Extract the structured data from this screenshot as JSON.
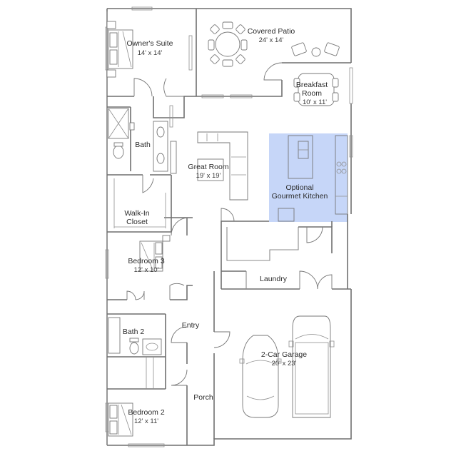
{
  "rooms": {
    "owners_suite": {
      "name": "Owner's Suite",
      "size": "14' x 14'"
    },
    "covered_patio": {
      "name": "Covered Patio",
      "size": "24' x 14'"
    },
    "breakfast_room": {
      "name_line1": "Breakfast",
      "name_line2": "Room",
      "size": "10' x 11'"
    },
    "bath": {
      "name": "Bath"
    },
    "great_room": {
      "name": "Great Room",
      "size": "19' x 19'"
    },
    "kitchen": {
      "name_line1": "Optional",
      "name_line2": "Gourmet Kitchen"
    },
    "walk_in_closet": {
      "name_line1": "Walk-In",
      "name_line2": "Closet"
    },
    "bedroom3": {
      "name": "Bedroom 3",
      "size": "12' x 10'"
    },
    "laundry": {
      "name": "Laundry"
    },
    "entry": {
      "name": "Entry"
    },
    "bath2": {
      "name": "Bath 2"
    },
    "garage": {
      "name": "2-Car Garage",
      "size": "20' x 23'"
    },
    "porch": {
      "name": "Porch"
    },
    "bedroom2": {
      "name": "Bedroom 2",
      "size": "12' x 11'"
    }
  },
  "colors": {
    "optional_highlight": "#c6d6f8",
    "walls": "#6f6f6f"
  }
}
